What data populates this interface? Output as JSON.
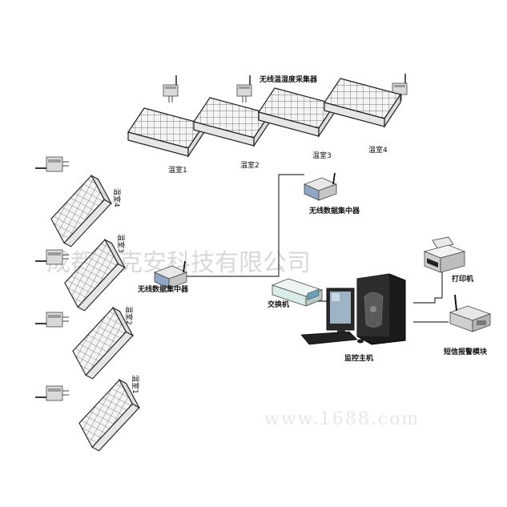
{
  "labels": {
    "sensor_title": "无线温湿度采集器",
    "gh_top_1": "温室1",
    "gh_top_2": "温室2",
    "gh_top_3": "温室3",
    "gh_top_4": "温室4",
    "gh_left_4": "温室4",
    "gh_left_3": "温室3",
    "gh_left_2": "温室2",
    "gh_left_1": "温室1",
    "concentrator_right": "无线数据集中器",
    "concentrator_left": "无线数据集中器",
    "switch": "交换机",
    "host": "监控主机",
    "printer": "打印机",
    "sms_module": "短信报警模块"
  },
  "watermark": {
    "company": "成都维克安科技有限公司",
    "url": "www.1688.com"
  },
  "colors": {
    "line": "#333333",
    "watermark": "#c9c9c9"
  }
}
